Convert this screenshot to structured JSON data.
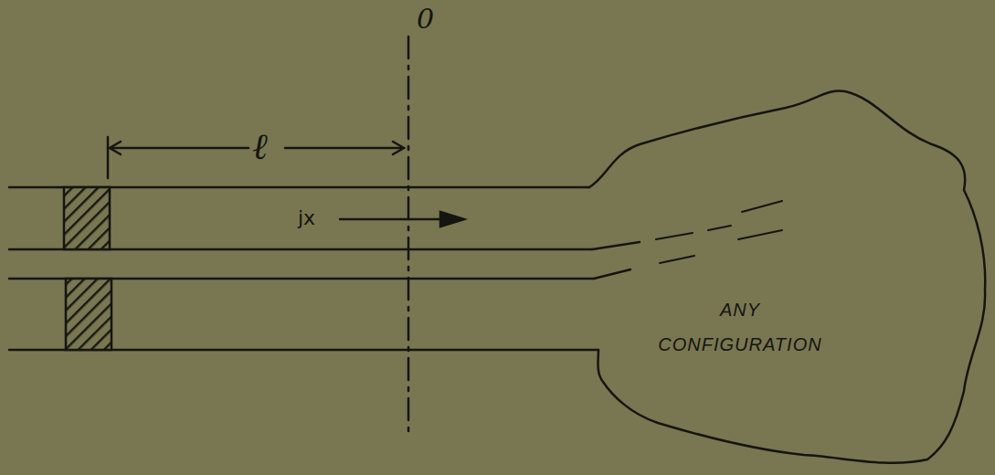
{
  "diagram": {
    "nodes": [
      {
        "text": [
          "ANY CONFIGURATION"
        ]
      }
    ],
    "labels": [
      "0",
      "ℓ",
      "jx"
    ]
  }
}
